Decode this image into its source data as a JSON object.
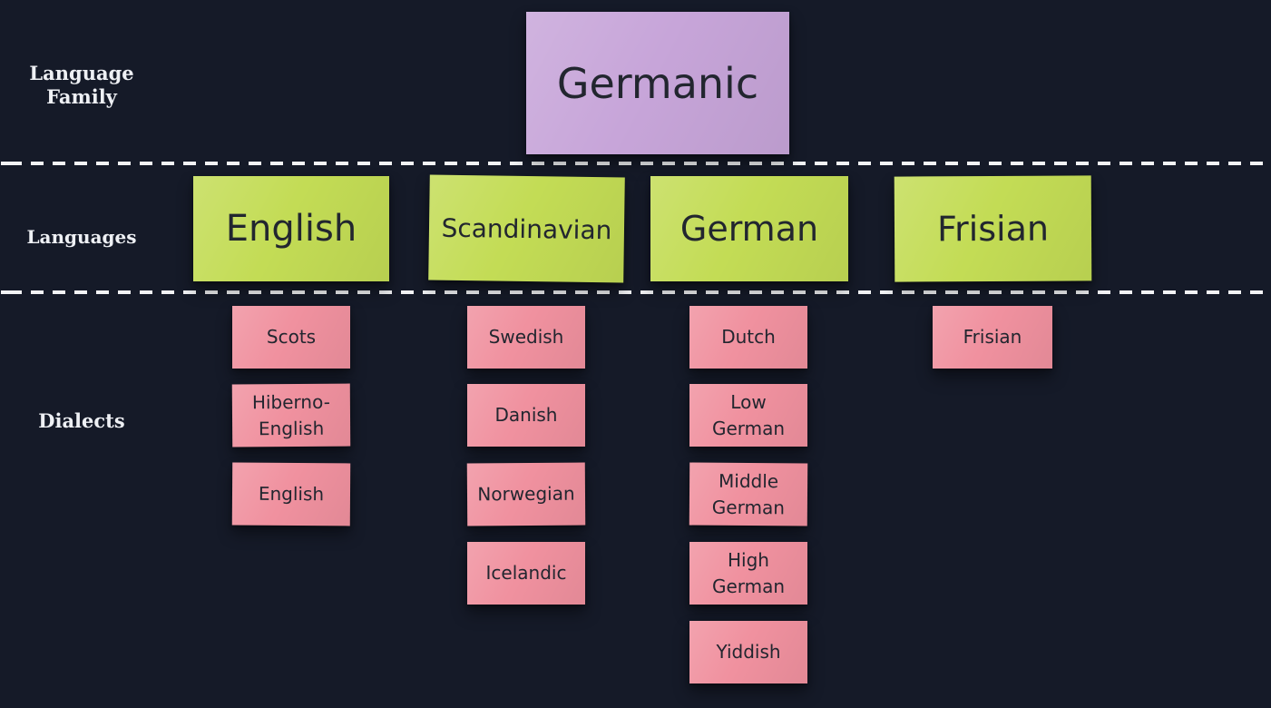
{
  "diagram": {
    "title_note": "Germanic",
    "row_labels": {
      "family": "Language Family",
      "languages": "Languages",
      "dialects": "Dialects"
    },
    "branches": [
      {
        "language": "English",
        "dialects": [
          "Scots",
          "Hiberno-English",
          "English"
        ]
      },
      {
        "language": "Scandinavian",
        "dialects": [
          "Swedish",
          "Danish",
          "Norwegian",
          "Icelandic"
        ]
      },
      {
        "language": "German",
        "dialects": [
          "Dutch",
          "Low German",
          "Middle German",
          "High German",
          "Yiddish"
        ]
      },
      {
        "language": "Frisian",
        "dialects": [
          "Frisian"
        ]
      }
    ],
    "colors": {
      "background": "#151a28",
      "family_note": "#c7a5d9",
      "language_note": "#c3dc55",
      "dialect_note": "#f0919f",
      "note_text": "#22262f",
      "label_text": "#eef0f4",
      "divider": "#f2f3f5"
    }
  }
}
